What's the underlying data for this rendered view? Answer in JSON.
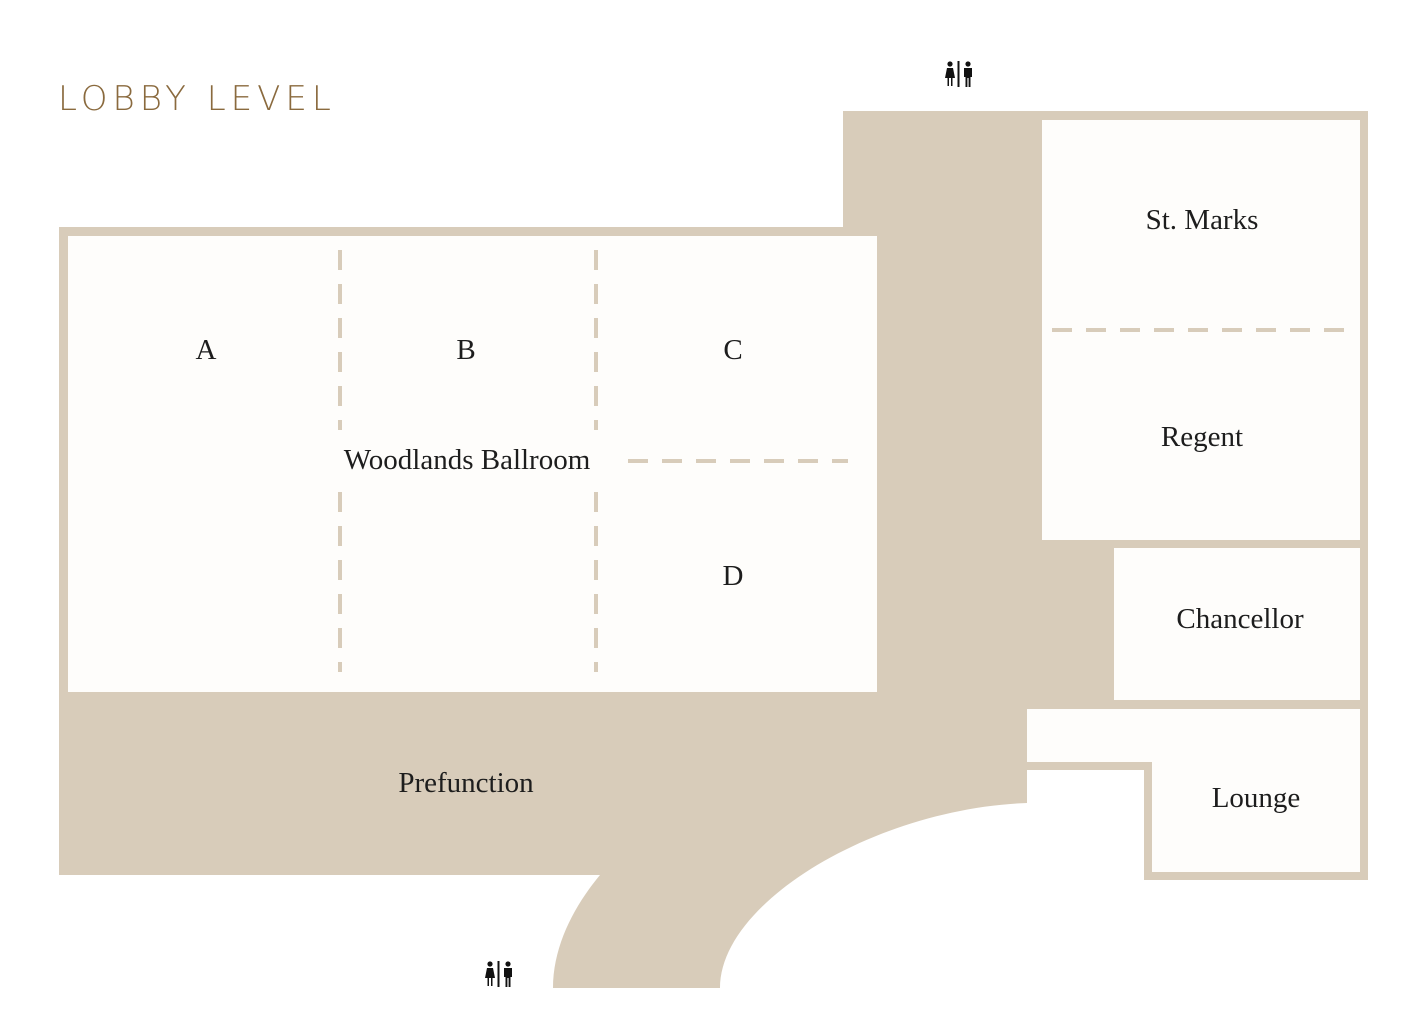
{
  "title": "LOBBY LEVEL",
  "colors": {
    "wall": "#d8ccba",
    "room": "#fefdfb",
    "title": "#8a6a3e"
  },
  "rooms": {
    "a": "A",
    "b": "B",
    "c": "C",
    "d": "D",
    "ballroom": "Woodlands Ballroom",
    "prefunction": "Prefunction",
    "st_marks": "St. Marks",
    "regent": "Regent",
    "chancellor": "Chancellor",
    "lounge": "Lounge"
  },
  "icons": {
    "restroom_top": "restroom-icon",
    "restroom_bottom": "restroom-icon"
  }
}
